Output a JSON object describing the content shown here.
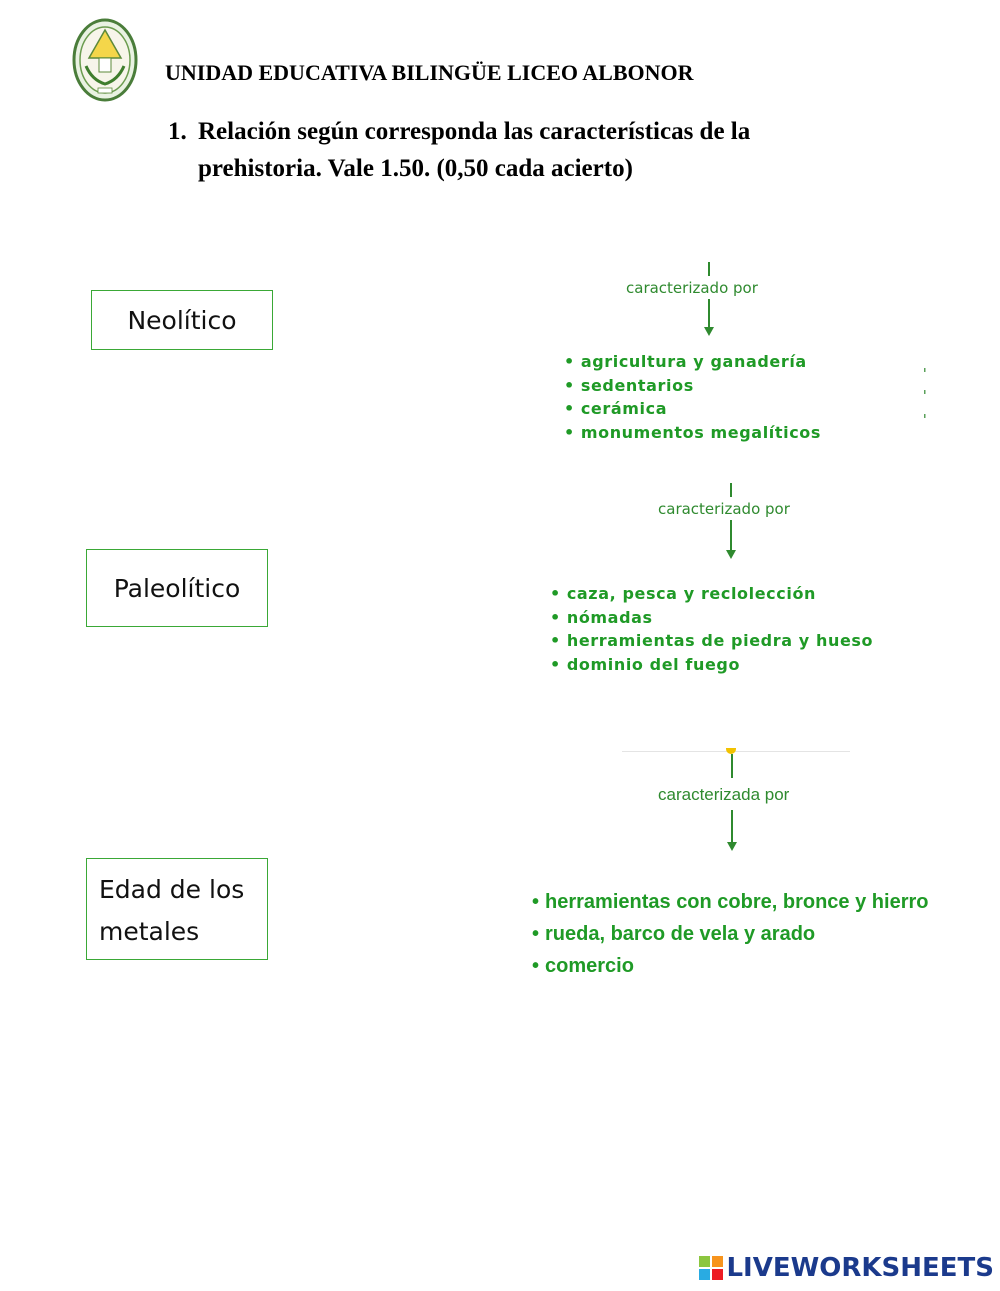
{
  "header": {
    "school_name": "UNIDAD EDUCATIVA BILINGÜE LICEO ALBONOR",
    "question_number": "1.",
    "question_line1": "Relación según corresponda las características de la",
    "question_line2": "prehistoria. Vale 1.50. (0,50 cada acierto)"
  },
  "periods": {
    "neolitico": "Neolítico",
    "paleolitico": "Paleolítico",
    "metales_line1": "Edad de los",
    "metales_line2": "metales"
  },
  "groups": [
    {
      "connector": "caracterizado por",
      "items": [
        "agricultura y ganadería",
        "sedentarios",
        "cerámica",
        "monumentos megalíticos"
      ]
    },
    {
      "connector": "caracterizado por",
      "items": [
        "caza, pesca y reclolección",
        "nómadas",
        "herramientas de piedra y hueso",
        "dominio del fuego"
      ]
    },
    {
      "connector": "caracterizada por",
      "items": [
        "herramientas con cobre, bronce y hierro",
        "rueda, barco de vela y arado",
        "comercio"
      ]
    }
  ],
  "footer": {
    "brand": "LIVEWORKSHEETS"
  },
  "colors": {
    "accent_green": "#1f9a26",
    "brand_blue": "#1b3a8c"
  },
  "icons": {
    "logo": "school-crest-icon",
    "brand": "liveworksheets-logo-icon"
  }
}
